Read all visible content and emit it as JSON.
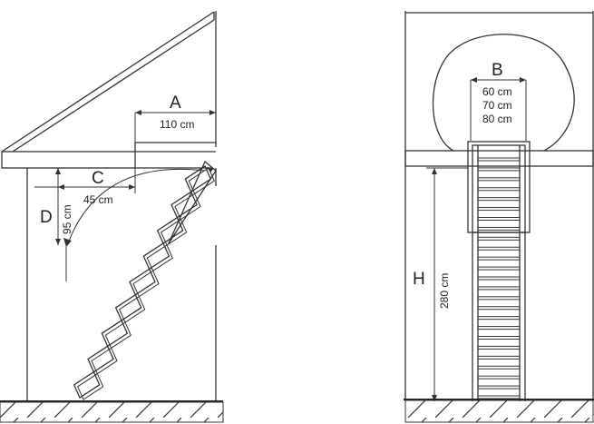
{
  "left_view": {
    "label_a": "A",
    "value_a": "110 cm",
    "label_c": "C",
    "value_c": "45 cm",
    "label_d": "D",
    "value_d": "95 cm"
  },
  "right_view": {
    "label_b": "B",
    "value_b_1": "60 cm",
    "value_b_2": "70 cm",
    "value_b_3": "80 cm",
    "label_h": "H",
    "value_h": "280 cm"
  }
}
